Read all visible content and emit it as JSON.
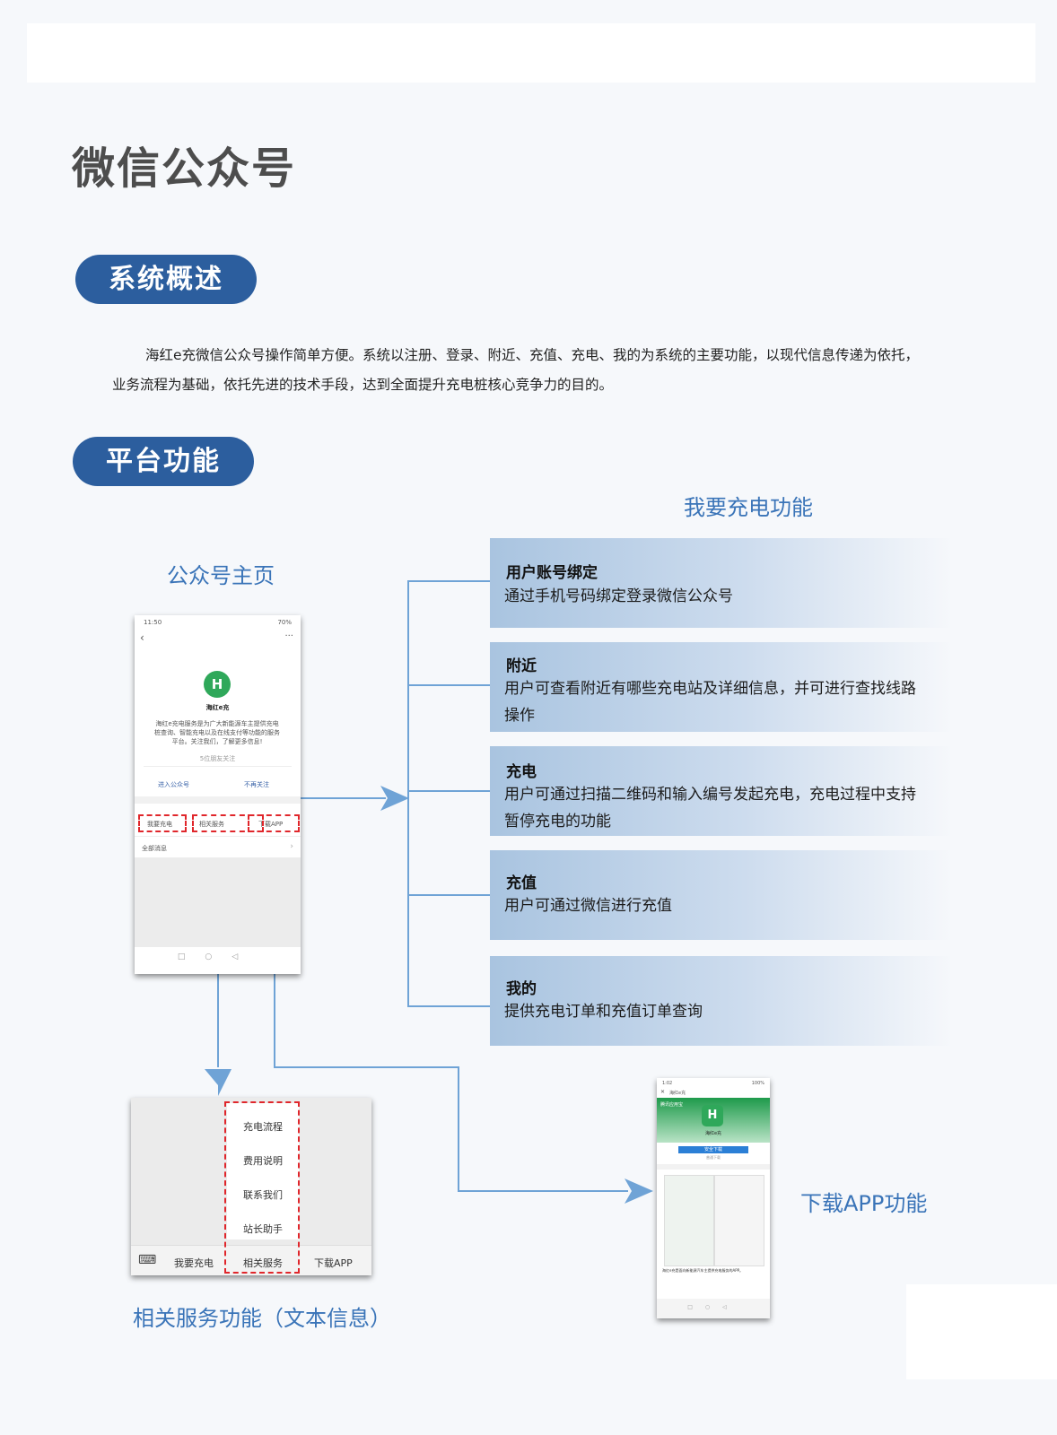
{
  "page": {
    "title": "微信公众号",
    "sections": {
      "overview": "系统概述",
      "platform": "平台功能"
    },
    "intro": [
      "海红e充微信公众号操作简单方便。系统以注册、登录、附近、充值、充电、我的为系统的主要功能，以现代信息传递为依托，",
      "业务流程为基础，依托先进的技术手段，达到全面提升充电桩核心竞争力的目的。"
    ]
  },
  "captions": {
    "home": "公众号主页",
    "charge_features": "我要充电功能",
    "services": "相关服务功能（文本信息）",
    "download": "下载APP功能"
  },
  "features": [
    {
      "title": "用户账号绑定",
      "desc": "通过手机号码绑定登录微信公众号"
    },
    {
      "title": "附近",
      "desc": "用户可查看附近有哪些充电站及详细信息，并可进行查找线路操作"
    },
    {
      "title": "充电",
      "desc": "用户可通过扫描二维码和输入编号发起充电，充电过程中支持暂停充电的功能"
    },
    {
      "title": "充值",
      "desc": "用户可通过微信进行充值"
    },
    {
      "title": "我的",
      "desc": "提供充电订单和充值订单查询"
    }
  ],
  "phone_home": {
    "status_time": "11:50",
    "status_right": "70%",
    "back_icon": "chevron-left-icon",
    "more_icon": "more-dots-icon",
    "account_name": "海红e充",
    "description": "海红e充电服务是为广大新能源车主提供充电桩查询、智能充电以及在线支付等功能的服务平台。关注我们，了解更多信息!",
    "friends": "5位朋友关注",
    "enter": "进入公众号",
    "unfollow": "不再关注",
    "menu": [
      "我要充电",
      "相关服务",
      "下载APP"
    ],
    "all_messages": "全部消息"
  },
  "phone_services": {
    "submenu": [
      "充电流程",
      "费用说明",
      "联系我们",
      "站长助手"
    ],
    "menu": [
      "我要充电",
      "相关服务",
      "下载APP"
    ],
    "keyboard_icon": "keyboard-icon"
  },
  "phone_download": {
    "status_time": "1:02",
    "status_right": "100%",
    "header_title": "海红e充",
    "brand_badge": "腾讯应用宝",
    "app_name": "海红e充",
    "download_btn": "安全下载",
    "sub_link": "普通下载",
    "desc": "海红e充是面向新能源汽车主提供充电服务的APP。"
  },
  "colors": {
    "accent": "#2c5e9e",
    "caption_blue": "#3a74b8",
    "line_blue": "#6fa3d6",
    "dash_red": "#e0262b",
    "app_green": "#2fa85a"
  }
}
